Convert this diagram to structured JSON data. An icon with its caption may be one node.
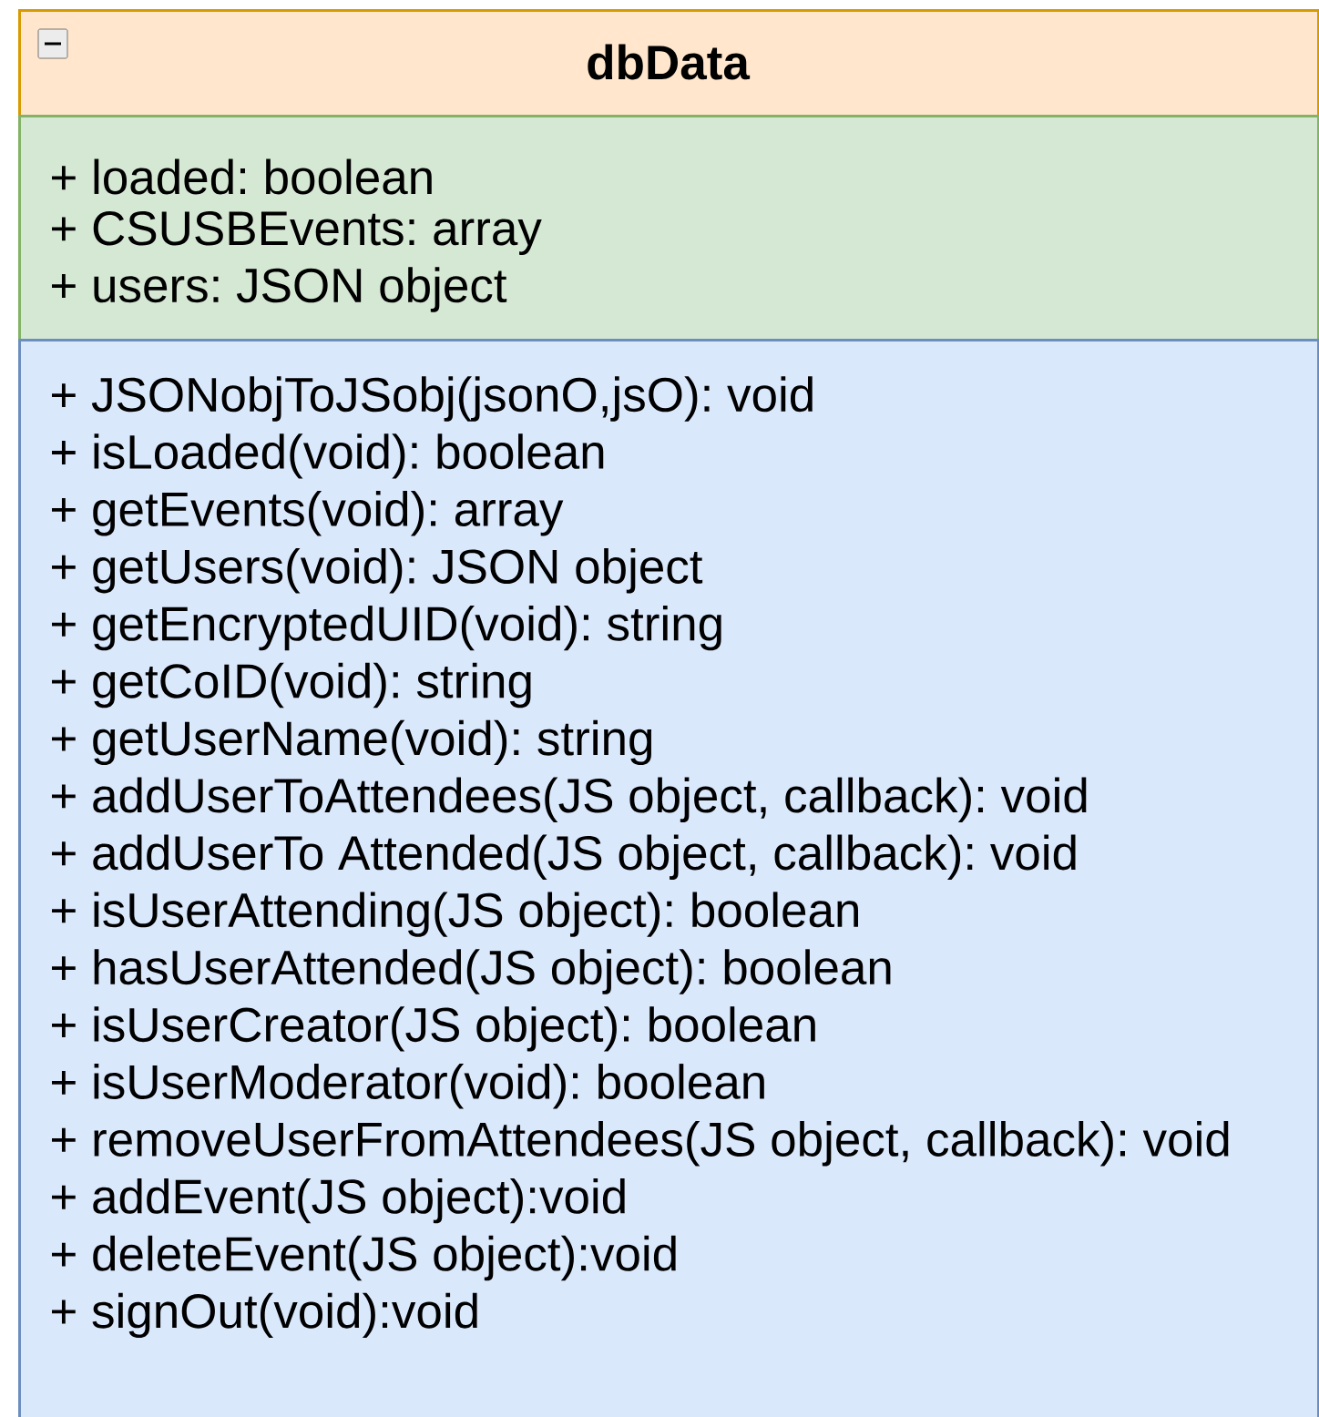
{
  "diagram": {
    "nodes": [
      {
        "text": [
          "dbData"
        ]
      },
      {
        "text": [
          "+ loaded: boolean",
          "+ CSUSBEvents: array",
          "+ users: JSON object"
        ]
      },
      {
        "text": [
          "+ JSONobjToJSobj(jsonO,jsO): void",
          "+ isLoaded(void): boolean",
          "+ getEvents(void): array",
          "+ getUsers(void): JSON object",
          "+ getEncryptedUID(void): string",
          "+ getCoID(void): string",
          "+ getUserName(void): string",
          "+ addUserToAttendees(JS object, callback): void",
          "+ addUserTo Attended(JS object, callback): void",
          "+ isUserAttending(JS object): boolean",
          "+ hasUserAttended(JS object): boolean",
          "+ isUserCreator(JS object): boolean",
          "+ isUserModerator(void): boolean",
          "+ removeUserFromAttendees(JS object, callback): void",
          "+ addEvent(JS object):void",
          "+ deleteEvent(JS object):void",
          "+ signOut(void):void"
        ]
      }
    ]
  }
}
